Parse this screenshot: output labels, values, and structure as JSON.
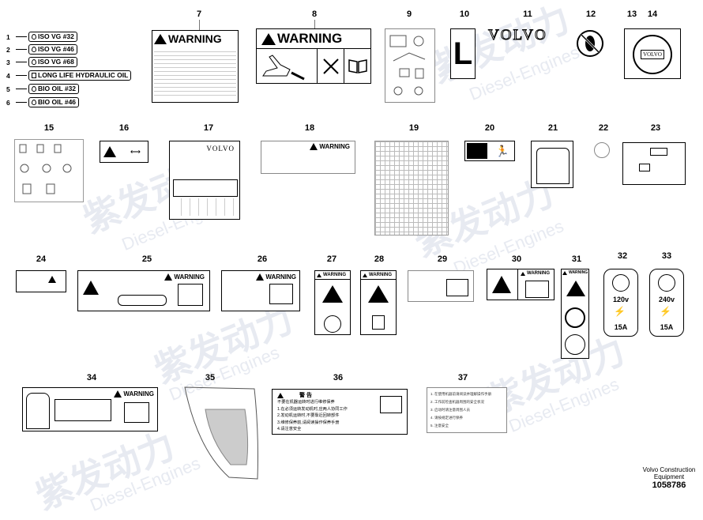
{
  "callouts": [
    "1",
    "2",
    "3",
    "4",
    "5",
    "6",
    "7",
    "8",
    "9",
    "10",
    "11",
    "12",
    "13",
    "14",
    "15",
    "16",
    "17",
    "18",
    "19",
    "20",
    "21",
    "22",
    "23",
    "24",
    "25",
    "26",
    "27",
    "28",
    "29",
    "30",
    "31",
    "32",
    "33",
    "34",
    "35",
    "36",
    "37"
  ],
  "oil_labels": [
    {
      "num": "1",
      "text": "ISO VG #32"
    },
    {
      "num": "2",
      "text": "ISO VG #46"
    },
    {
      "num": "3",
      "text": "ISO VG #68"
    },
    {
      "num": "4",
      "text": "LONG LIFE HYDRAULIC OIL"
    },
    {
      "num": "5",
      "text": "BIO OIL #32"
    },
    {
      "num": "6",
      "text": "BIO OIL #46"
    }
  ],
  "warning_text": "WARNING",
  "brand": "VOLVO",
  "decal_10_letter": "L",
  "socket_32_voltage": "120v",
  "socket_32_amp": "15A",
  "socket_33_voltage": "240v",
  "socket_33_amp": "15A",
  "decal_36_title": "警    告",
  "decal_36_lines": [
    "不要在机器运转时进行维修保养",
    "1.在必须运转发动机时,应两人协同工作",
    "2.发动机运转时,不要靠近回转部件",
    "3.维修保养前,请阅读操作保养手册",
    "4.请注意安全"
  ],
  "decal_37_lines": [
    "1. 在使用机器前请阅读并理解操作手册",
    "2. 工作前检查机器周围的安全状况",
    "3. 启动时请注意周围人员",
    "4. 请按规定进行保养",
    "5. 注意安全"
  ],
  "footer_brand": "Volvo Construction Equipment",
  "footer_number": "1058786",
  "watermark_cn": "紫发动力",
  "watermark_en": "Diesel-Engines"
}
